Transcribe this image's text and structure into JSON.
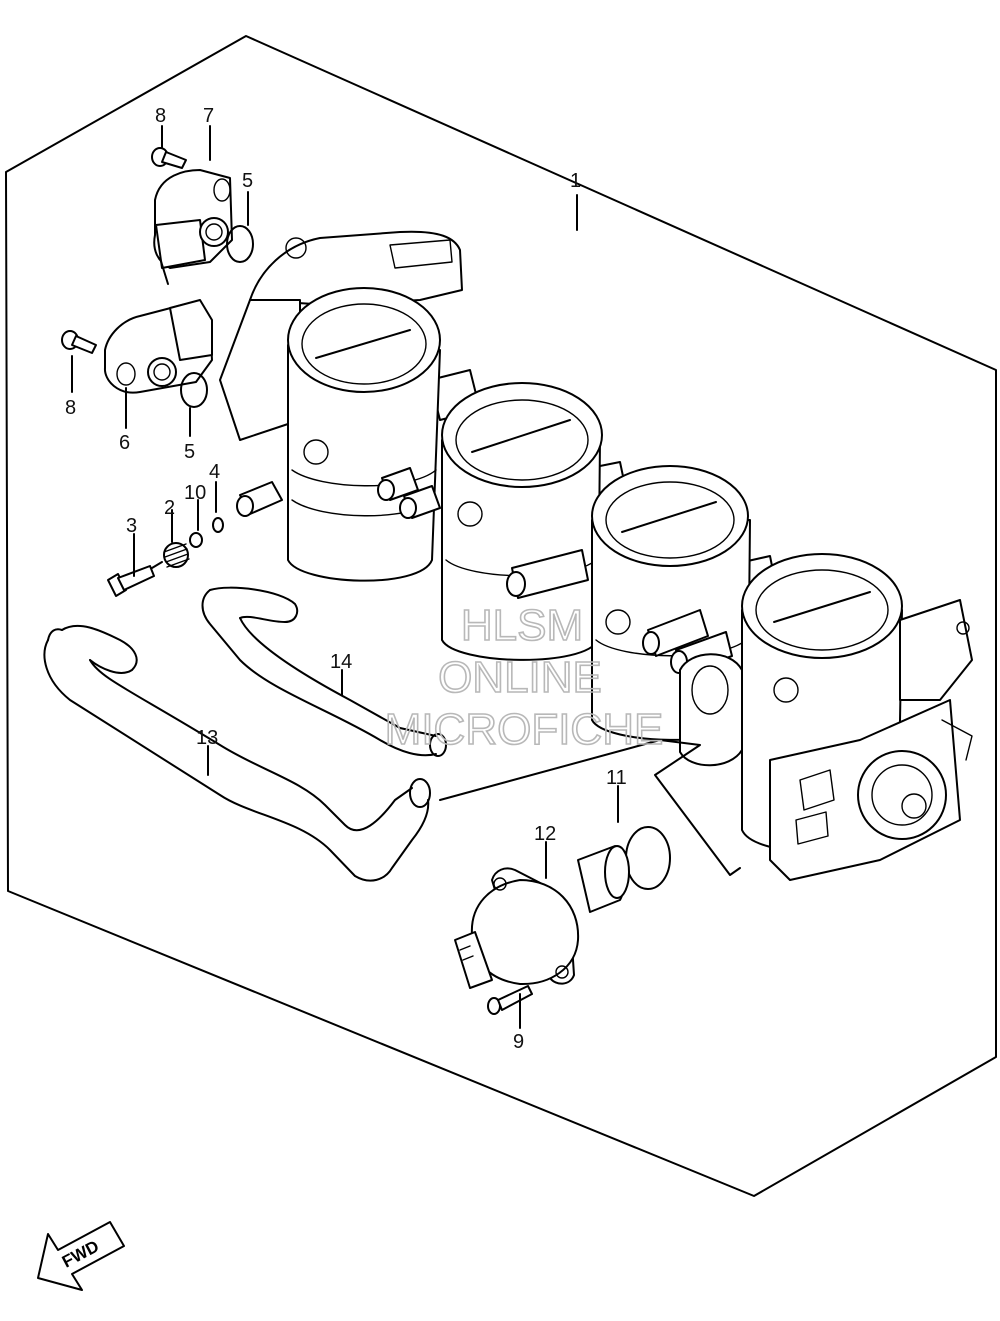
{
  "callouts": {
    "c1": "1",
    "c2": "2",
    "c3": "3",
    "c4": "4",
    "c5a": "5",
    "c5b": "5",
    "c6": "6",
    "c7": "7",
    "c8a": "8",
    "c8b": "8",
    "c9": "9",
    "c10": "10",
    "c11": "11",
    "c12": "12",
    "c13": "13",
    "c14": "14"
  },
  "watermark": {
    "line1": "HLSM",
    "line2": "ONLINE",
    "line3": "MICROFICHE"
  },
  "fwd_label": "FWD",
  "colors": {
    "line": "#000000",
    "watermark": "#b8b8b8",
    "background": "#ffffff"
  }
}
